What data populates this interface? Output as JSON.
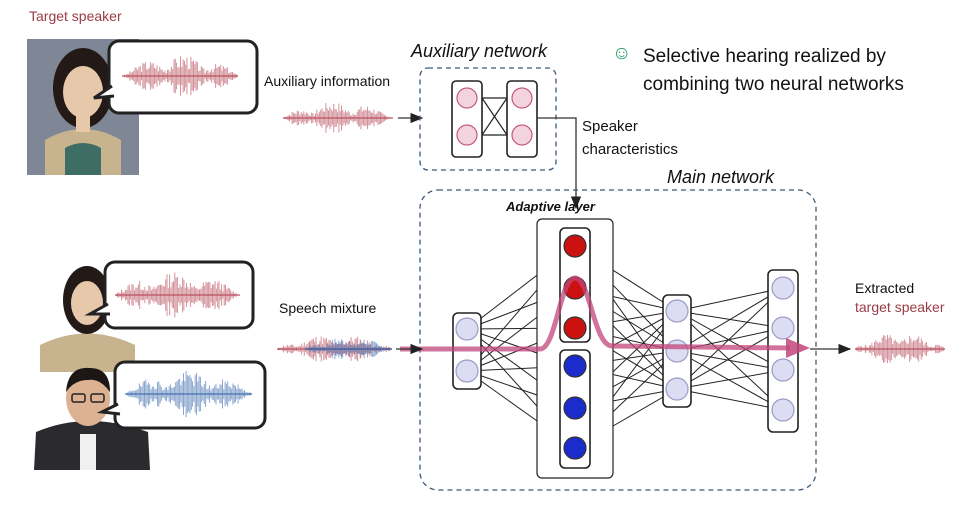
{
  "labels": {
    "target_speaker": "Target speaker",
    "auxiliary_information": "Auxiliary information",
    "auxiliary_network": "Auxiliary network",
    "speaker_characteristics_1": "Speaker",
    "speaker_characteristics_2": "characteristics",
    "main_network": "Main network",
    "adaptive_layer": "Adaptive layer",
    "speech_mixture": "Speech mixture",
    "extracted_1": "Extracted",
    "extracted_2": "target speaker",
    "tagline_icon": "☺",
    "tagline_1": "Selective hearing realized by",
    "tagline_2": "combining two neural networks"
  },
  "colors": {
    "target_red": "#b03a4a",
    "other_blue": "#2c5fa8",
    "node_fill": "#dcdcf2",
    "node_pink": "#f3d3dd",
    "adaptive_red": "#cc1111",
    "adaptive_blue": "#1b2bcc",
    "flow_arrow": "#c2457a",
    "box_dash": "#3c5a78",
    "smile_green": "#2aa36b"
  },
  "icons": [
    "woman-speaker-photo",
    "man-speaker-photo",
    "speech-bubble",
    "smile-icon"
  ]
}
